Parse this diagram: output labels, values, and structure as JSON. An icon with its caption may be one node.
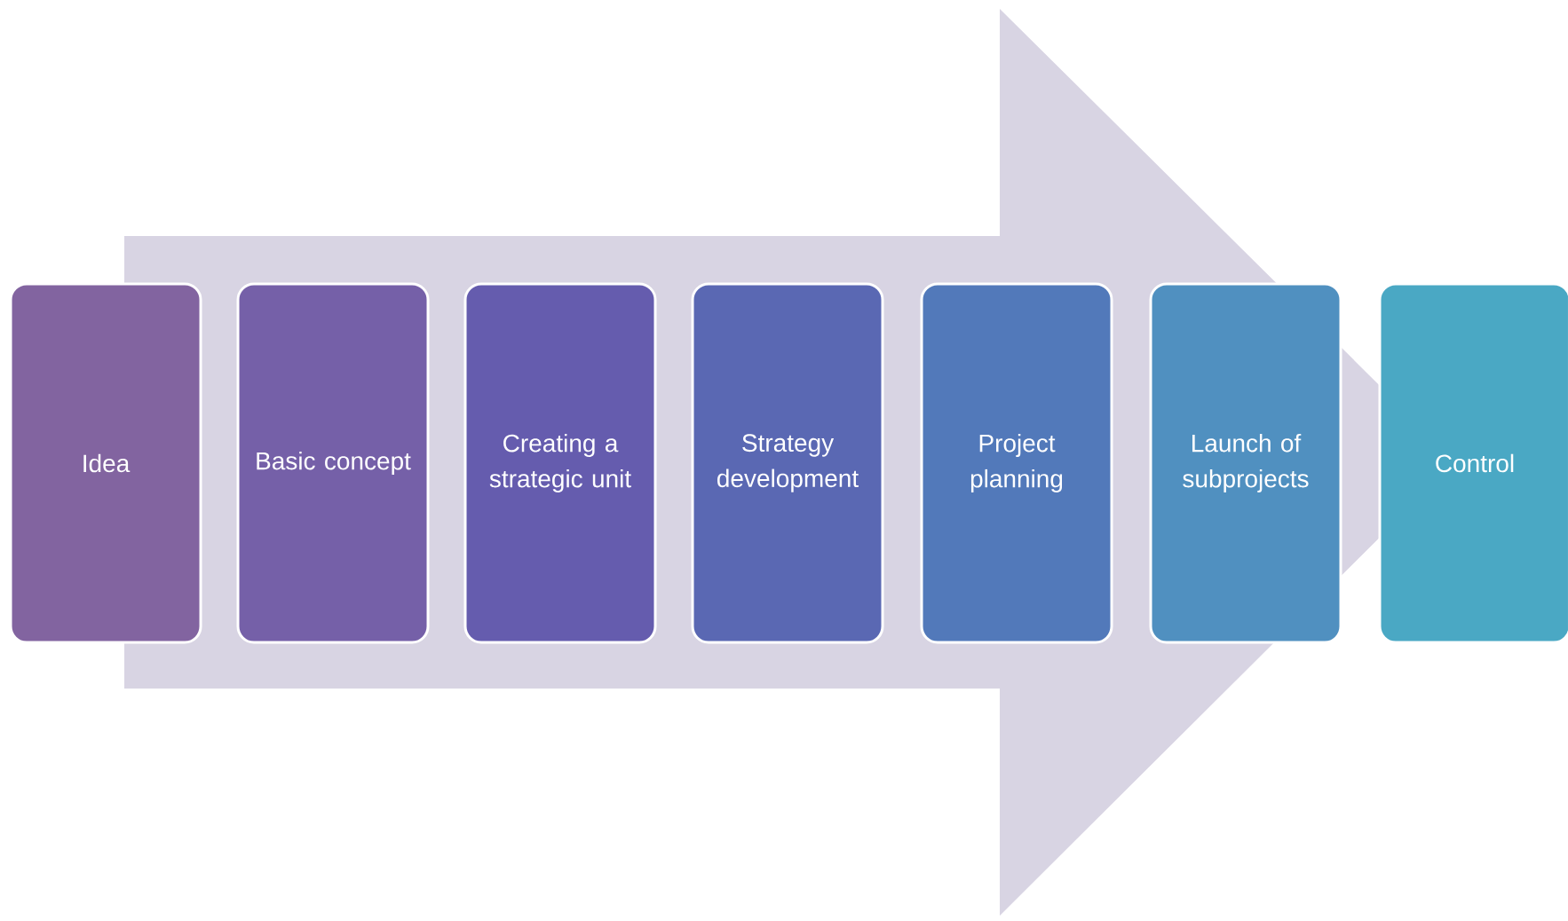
{
  "diagram": {
    "nodes": [
      {
        "text": [
          "Idea"
        ]
      },
      {
        "text": [
          "Basic concept"
        ]
      },
      {
        "text": [
          "Creating a strategic unit"
        ]
      },
      {
        "text": [
          "Strategy development"
        ]
      },
      {
        "text": [
          "Project planning"
        ]
      },
      {
        "text": [
          "Launch of subprojects"
        ]
      },
      {
        "text": [
          "Control"
        ]
      }
    ],
    "edges": [
      {
        "from": 0,
        "to": 6,
        "arrow": "to"
      }
    ]
  }
}
